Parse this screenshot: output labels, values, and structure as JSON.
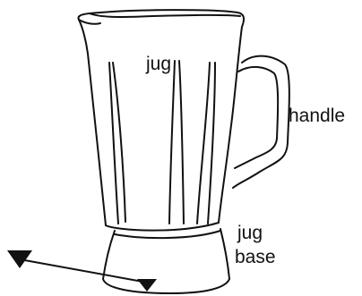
{
  "labels": {
    "jug": "jug",
    "handle": "handle",
    "jug_base_line1": "jug",
    "jug_base_line2": "base"
  },
  "colors": {
    "stroke": "#111111",
    "background": "#ffffff"
  }
}
